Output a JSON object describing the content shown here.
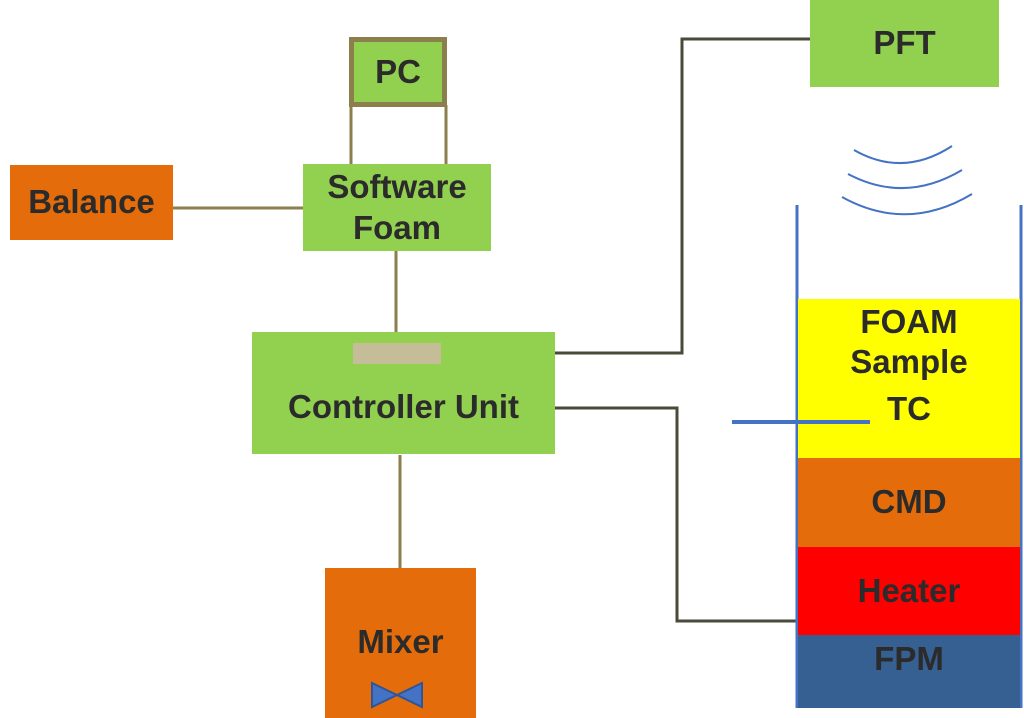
{
  "diagram": {
    "nodes": {
      "pc": "PC",
      "software_foam_line1": "Software",
      "software_foam_line2": "Foam",
      "balance": "Balance",
      "controller_unit": "Controller Unit",
      "mixer": "Mixer",
      "pft": "PFT",
      "foam_sample_line1": "FOAM",
      "foam_sample_line2": "Sample",
      "tc": "TC",
      "cmd": "CMD",
      "heater": "Heater",
      "fpm": "FPM"
    },
    "colors": {
      "green_box": "#92d050",
      "pc_border": "#8b7f4e",
      "orange_box": "#e46c0a",
      "foam_layer": "#ffff00",
      "heater_layer": "#ff0000",
      "fpm_layer": "#376092",
      "connector": "#8b7f4e",
      "dark_connector": "#4a4a3a",
      "container_wall": "#4472c4",
      "text": "#2b2b2b"
    },
    "icons": [
      "valve-icon",
      "signal-waves-icon"
    ]
  }
}
